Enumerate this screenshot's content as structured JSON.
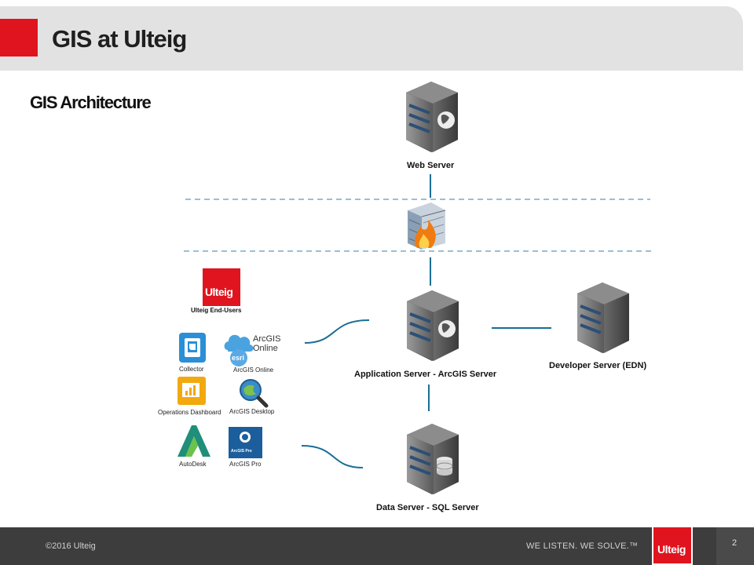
{
  "slide": {
    "title": "GIS at Ulteig",
    "subtitle": "GIS Architecture",
    "page_number": "2"
  },
  "diagram": {
    "web_server": "Web Server",
    "app_server": "Application Server - ArcGIS Server",
    "dev_server": "Developer Server (EDN)",
    "data_server": "Data Server - SQL Server",
    "end_users_logo": "Ulteig",
    "end_users_label": "Ulteig End-Users",
    "apps": {
      "collector": "Collector",
      "arcgis_online": "ArcGIS Online",
      "arcgis_online_logo_line1": "ArcGIS",
      "arcgis_online_logo_line2": "Online",
      "esri_logo": "esri",
      "ops_dashboard": "Operations Dashboard",
      "arcgis_desktop": "ArcGIS Desktop",
      "autodesk": "AutoDesk",
      "arcgis_pro": "ArcGIS Pro",
      "arcgis_pro_logo": "ArcGIS Pro"
    }
  },
  "footer": {
    "copyright": "©2016 Ulteig",
    "tagline": "WE LISTEN. WE SOLVE.™",
    "logo": "Ulteig"
  },
  "colors": {
    "brand_red": "#e0141e",
    "connector_blue": "#1a6e96",
    "dashed_blue": "#7aaac8"
  }
}
